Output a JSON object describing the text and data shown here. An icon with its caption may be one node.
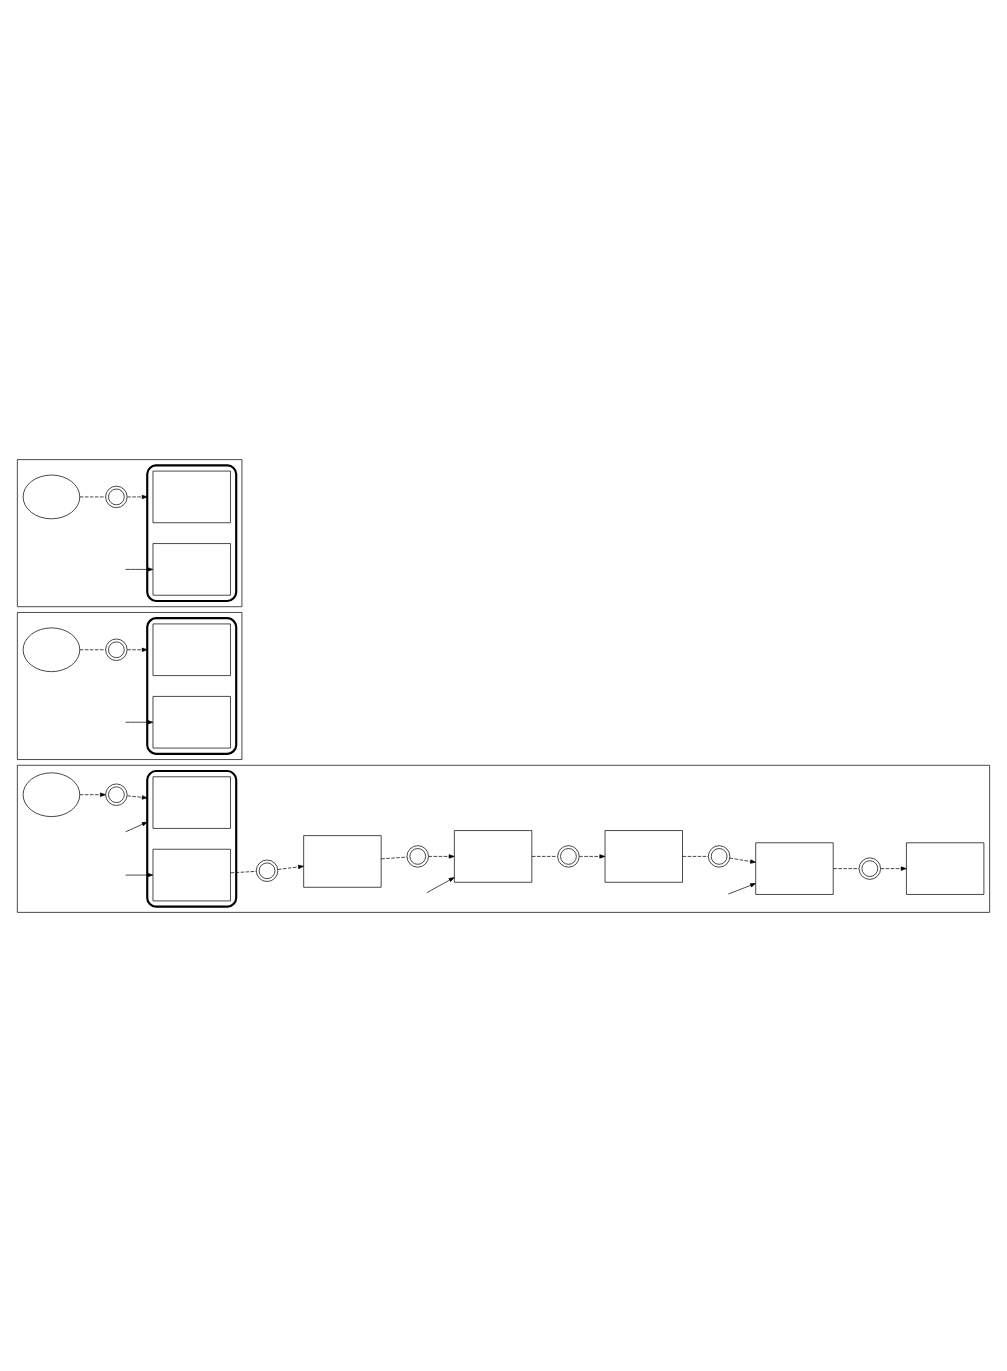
{
  "diagram": {
    "nodes": [
      {
        "text": [],
        "shape": "box"
      },
      {
        "text": [],
        "shape": "ellipse",
        "in": 0
      },
      {
        "text": [],
        "shape": "circle",
        "in": 0
      },
      {
        "text": [],
        "shape": "box",
        "in": 0
      },
      {
        "text": [],
        "shape": "box",
        "in": 3
      },
      {
        "text": [],
        "shape": "box",
        "in": 3
      },
      {
        "text": [],
        "shape": "circle",
        "in": 0
      },
      {
        "text": [],
        "shape": "box",
        "in": 0
      },
      {
        "text": [],
        "shape": "circle",
        "in": 0
      },
      {
        "text": [],
        "shape": "box",
        "in": 0
      },
      {
        "text": [],
        "shape": "circle",
        "in": 0
      },
      {
        "text": [],
        "shape": "box",
        "in": 0
      },
      {
        "text": [],
        "shape": "circle",
        "in": 0
      },
      {
        "text": [],
        "shape": "box",
        "in": 0
      },
      {
        "text": [],
        "shape": "circle",
        "in": 0
      },
      {
        "text": [],
        "shape": "box",
        "in": 0
      },
      {
        "text": [],
        "shape": "box"
      },
      {
        "text": [],
        "shape": "ellipse",
        "in": 16
      },
      {
        "text": [],
        "shape": "circle",
        "in": 16
      },
      {
        "text": [],
        "shape": "box",
        "in": 16
      },
      {
        "text": [],
        "shape": "box",
        "in": 19
      },
      {
        "text": [],
        "shape": "box",
        "in": 19
      },
      {
        "text": [],
        "shape": "box"
      },
      {
        "text": [],
        "shape": "ellipse",
        "in": 22
      },
      {
        "text": [],
        "shape": "circle",
        "in": 22
      },
      {
        "text": [],
        "shape": "box",
        "in": 22
      },
      {
        "text": [],
        "shape": "box",
        "in": 25
      },
      {
        "text": [],
        "shape": "box",
        "in": 25
      }
    ],
    "edges": [
      {
        "from": 1,
        "to": 2,
        "arrow": "to",
        "style": "dashed"
      },
      {
        "from": 2,
        "to": 3,
        "arrow": "to",
        "style": "dashed"
      },
      {
        "from": null,
        "to": 3,
        "arrow": "to"
      },
      {
        "from": null,
        "to": 5,
        "arrow": "to"
      },
      {
        "from": 5,
        "to": 6,
        "arrow": "none",
        "style": "dashed"
      },
      {
        "from": 6,
        "to": 7,
        "arrow": "to",
        "style": "dashed"
      },
      {
        "from": 7,
        "to": 8,
        "arrow": "none",
        "style": "dashed"
      },
      {
        "from": 8,
        "to": 9,
        "arrow": "to",
        "style": "dashed"
      },
      {
        "from": null,
        "to": 9,
        "arrow": "to"
      },
      {
        "from": 9,
        "to": 10,
        "arrow": "none",
        "style": "dashed"
      },
      {
        "from": 10,
        "to": 11,
        "arrow": "to",
        "style": "dashed"
      },
      {
        "from": 11,
        "to": 12,
        "arrow": "none",
        "style": "dashed"
      },
      {
        "from": 12,
        "to": 13,
        "arrow": "to",
        "style": "dashed"
      },
      {
        "from": null,
        "to": 13,
        "arrow": "to"
      },
      {
        "from": 13,
        "to": 14,
        "arrow": "none",
        "style": "dashed"
      },
      {
        "from": 14,
        "to": 15,
        "arrow": "to",
        "style": "dashed"
      },
      {
        "from": 17,
        "to": 18,
        "arrow": "none",
        "style": "dashed"
      },
      {
        "from": 18,
        "to": 19,
        "arrow": "to",
        "style": "dashed"
      },
      {
        "from": null,
        "to": 21,
        "arrow": "to"
      },
      {
        "from": 23,
        "to": 24,
        "arrow": "none",
        "style": "dashed"
      },
      {
        "from": 24,
        "to": 25,
        "arrow": "to",
        "style": "dashed"
      },
      {
        "from": null,
        "to": 27,
        "arrow": "to"
      }
    ]
  }
}
